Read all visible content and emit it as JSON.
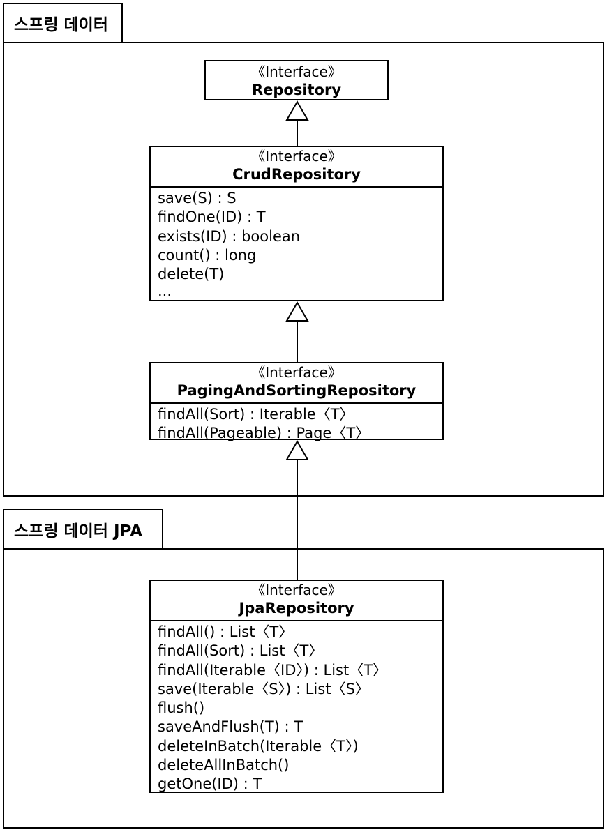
{
  "packages": [
    {
      "label": "스프링 데이터"
    },
    {
      "label": "스프링 데이터 JPA"
    }
  ],
  "classes": {
    "repository": {
      "stereotype": "《Interface》",
      "name": "Repository"
    },
    "crud": {
      "stereotype": "《Interface》",
      "name": "CrudRepository",
      "operations": [
        "save(S) : S",
        "findOne(ID) : T",
        "exists(ID) : boolean",
        "count() : long",
        "delete(T)",
        "..."
      ]
    },
    "paging": {
      "stereotype": "《Interface》",
      "name": "PagingAndSortingRepository",
      "operations": [
        "findAll(Sort) : Iterable〈T〉",
        "findAll(Pageable) : Page〈T〉"
      ]
    },
    "jpa": {
      "stereotype": "《Interface》",
      "name": "JpaRepository",
      "operations": [
        "findAll() : List〈T〉",
        "findAll(Sort) : List〈T〉",
        "findAll(Iterable〈ID〉) : List〈T〉",
        "save(Iterable〈S〉) : List〈S〉",
        "flush()",
        "saveAndFlush(T) : T",
        "deleteInBatch(Iterable〈T〉)",
        "deleteAllInBatch()",
        "getOne(ID) : T"
      ]
    }
  }
}
